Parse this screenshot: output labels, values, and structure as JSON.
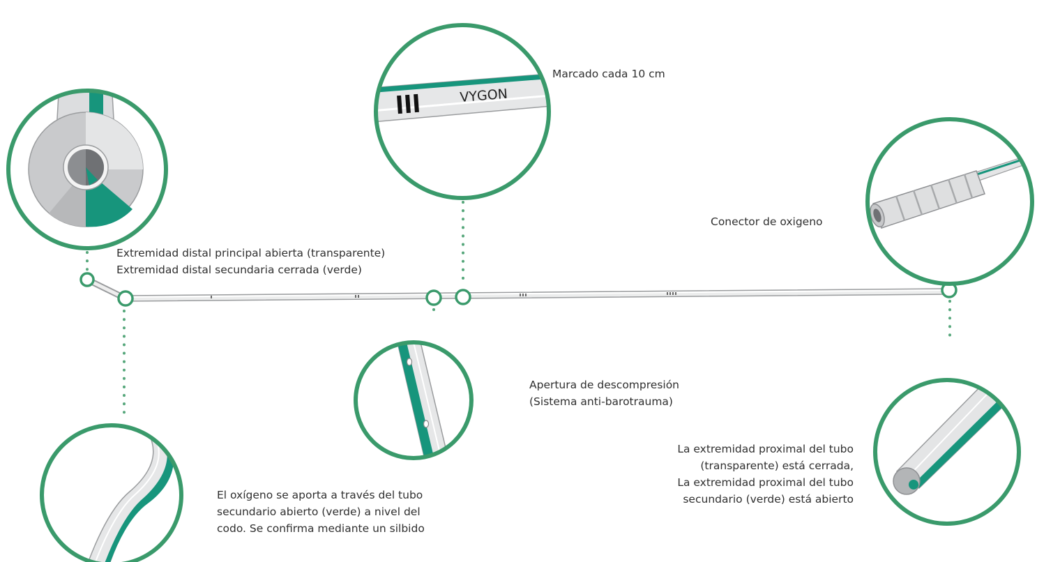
{
  "colors": {
    "ring": "#3a9a6b",
    "dots": "#56a77b",
    "green_lumen": "#17957c",
    "tube_fill": "#e9eaeb",
    "tube_edge": "#9a9c9e"
  },
  "zooms": {
    "marking": {
      "brand_text": "VYGON"
    }
  },
  "labels": {
    "marking": "Marcado cada 10 cm",
    "connector": "Conector de oxigeno",
    "distal": [
      "Extremidad distal principal abierta (transparente)",
      "Extremidad distal secundaria cerrada (verde)"
    ],
    "decompression": [
      "Apertura de descompresión",
      "(Sistema anti-barotrauma)"
    ],
    "proximal": [
      "La extremidad proximal del tubo",
      "(transparente) está cerrada,",
      "La extremidad proximal del tubo",
      "secundario (verde) está abierto"
    ],
    "oxygen": [
      "El oxígeno se aporta a través del tubo",
      "secundario abierto (verde) a nivel del",
      "codo. Se confirma mediante un silbido"
    ]
  }
}
